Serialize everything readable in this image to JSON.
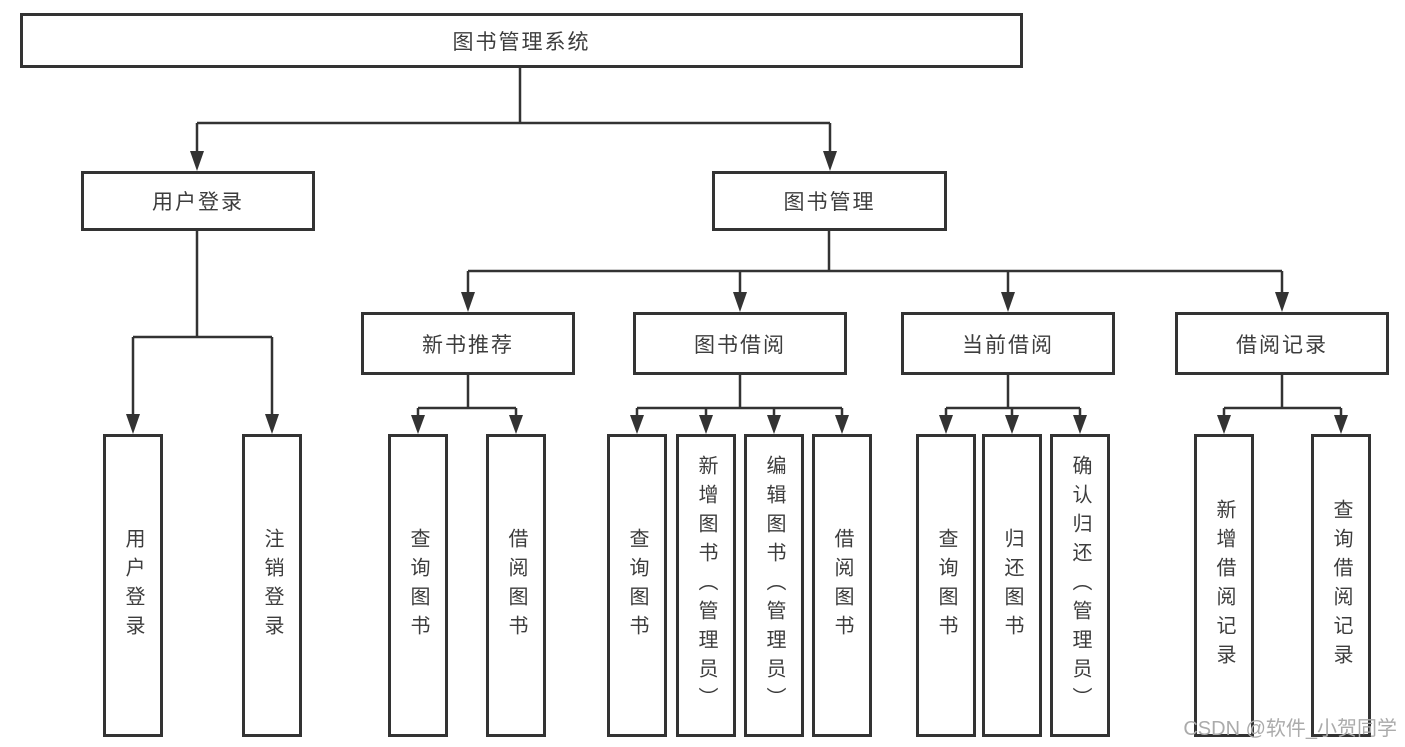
{
  "tree": {
    "root": {
      "label": "图书管理系统"
    },
    "user_login": {
      "label": "用户登录",
      "children": {
        "login": {
          "label": "用户登录"
        },
        "logout": {
          "label": "注销登录"
        }
      }
    },
    "book_mgmt": {
      "label": "图书管理",
      "children": {
        "new_book_rec": {
          "label": "新书推荐",
          "children": {
            "query_book": {
              "label": "查询图书"
            },
            "borrow_book": {
              "label": "借阅图书"
            }
          }
        },
        "book_borrow": {
          "label": "图书借阅",
          "children": {
            "query_book": {
              "label": "查询图书"
            },
            "add_book": {
              "label": "新增图书（管理员）"
            },
            "edit_book": {
              "label": "编辑图书（管理员）"
            },
            "borrow_book": {
              "label": "借阅图书"
            }
          }
        },
        "current_borrow": {
          "label": "当前借阅",
          "children": {
            "query_book": {
              "label": "查询图书"
            },
            "return_book": {
              "label": "归还图书"
            },
            "confirm_return": {
              "label": "确认归还（管理员）"
            }
          }
        },
        "borrow_record": {
          "label": "借阅记录",
          "children": {
            "add_record": {
              "label": "新增借阅记录"
            },
            "query_record": {
              "label": "查询借阅记录"
            }
          }
        }
      }
    }
  },
  "watermark": {
    "text": "CSDN @软件_小贺同学"
  },
  "colors": {
    "line": "#333333",
    "box_border": "#333333",
    "text": "#3d3d3d",
    "watermark": "#ababab",
    "background": "#ffffff"
  }
}
